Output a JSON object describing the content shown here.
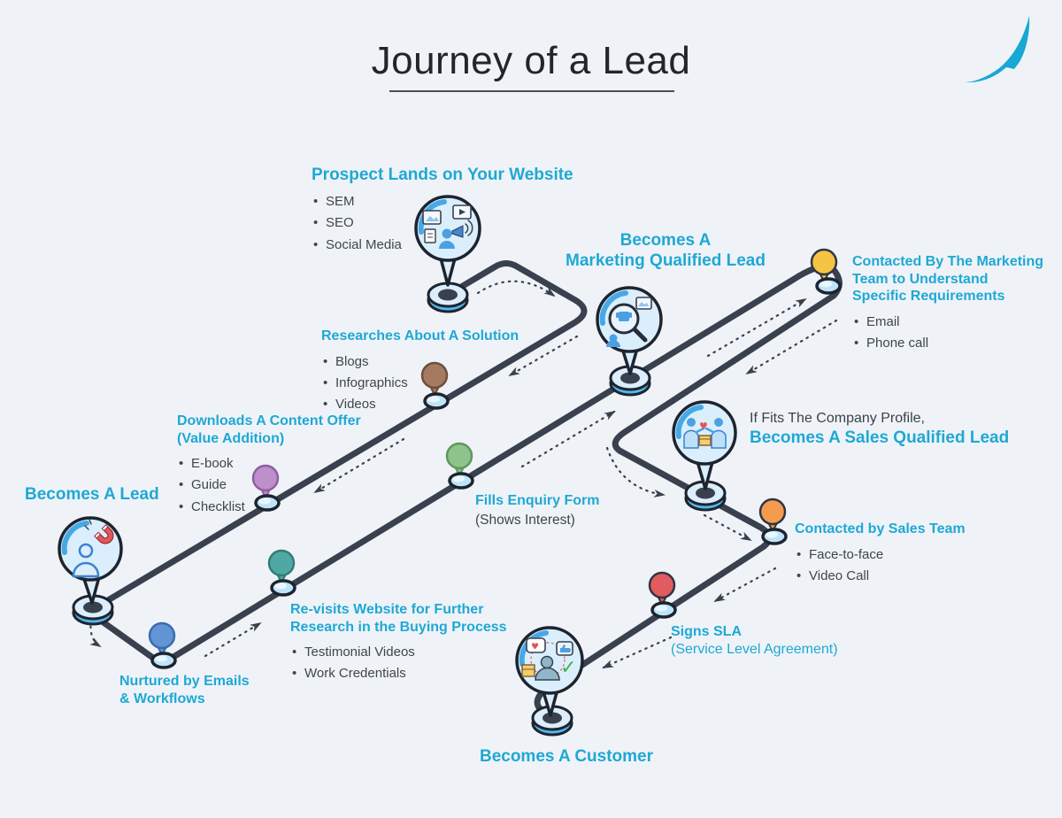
{
  "title": "Journey of a Lead",
  "colors": {
    "background": "#eff3f8",
    "accent_cyan": "#1fa8d4",
    "road": "#39404e",
    "dark_text": "#3f454e",
    "bird_logo": "#18a8d4",
    "balloon_fill": "#dbeefb",
    "balloon_shade": "#46a9e6"
  },
  "pins": {
    "yellow": "#f6c445",
    "brown": "#a57a60",
    "purple": "#bd8fcb",
    "green": "#8ec48b",
    "teal": "#4fa9a2",
    "blue": "#6394d4",
    "orange": "#f49b4d",
    "red": "#e25b5f"
  },
  "milestones": [
    {
      "id": "prospect",
      "heading": "Prospect Lands on Your Website",
      "bullets": [
        "SEM",
        "SEO",
        "Social Media"
      ]
    },
    {
      "id": "mql",
      "line1": "Becomes A",
      "line2": "Marketing Qualified Lead"
    },
    {
      "id": "marketing-contact",
      "lines": [
        "Contacted By The Marketing",
        "Team to Understand",
        "Specific Requirements"
      ],
      "bullets": [
        "Email",
        "Phone call"
      ]
    },
    {
      "id": "research",
      "heading": "Researches About A Solution",
      "bullets": [
        "Blogs",
        "Infographics",
        "Videos"
      ]
    },
    {
      "id": "download",
      "line1": "Downloads A Content Offer",
      "line2": "(Value Addition)",
      "bullets": [
        "E-book",
        "Guide",
        "Checklist"
      ]
    },
    {
      "id": "lead",
      "heading": "Becomes A Lead"
    },
    {
      "id": "enquiry",
      "heading": "Fills Enquiry Form",
      "sub": "(Shows Interest)"
    },
    {
      "id": "revisit",
      "line1": "Re-visits Website for Further",
      "line2": "Research in the Buying Process",
      "bullets": [
        "Testimonial Videos",
        "Work Credentials"
      ]
    },
    {
      "id": "nurture",
      "line1": "Nurtured by Emails",
      "line2": "& Workflows"
    },
    {
      "id": "sql",
      "prefix": "If Fits The Company Profile,",
      "heading": "Becomes A Sales Qualified Lead"
    },
    {
      "id": "sales-contact",
      "heading": "Contacted by Sales Team",
      "bullets": [
        "Face-to-face",
        "Video Call"
      ]
    },
    {
      "id": "sla",
      "heading": "Signs SLA",
      "sub": "(Service Level Agreement)"
    },
    {
      "id": "customer",
      "heading": "Becomes A Customer"
    }
  ]
}
